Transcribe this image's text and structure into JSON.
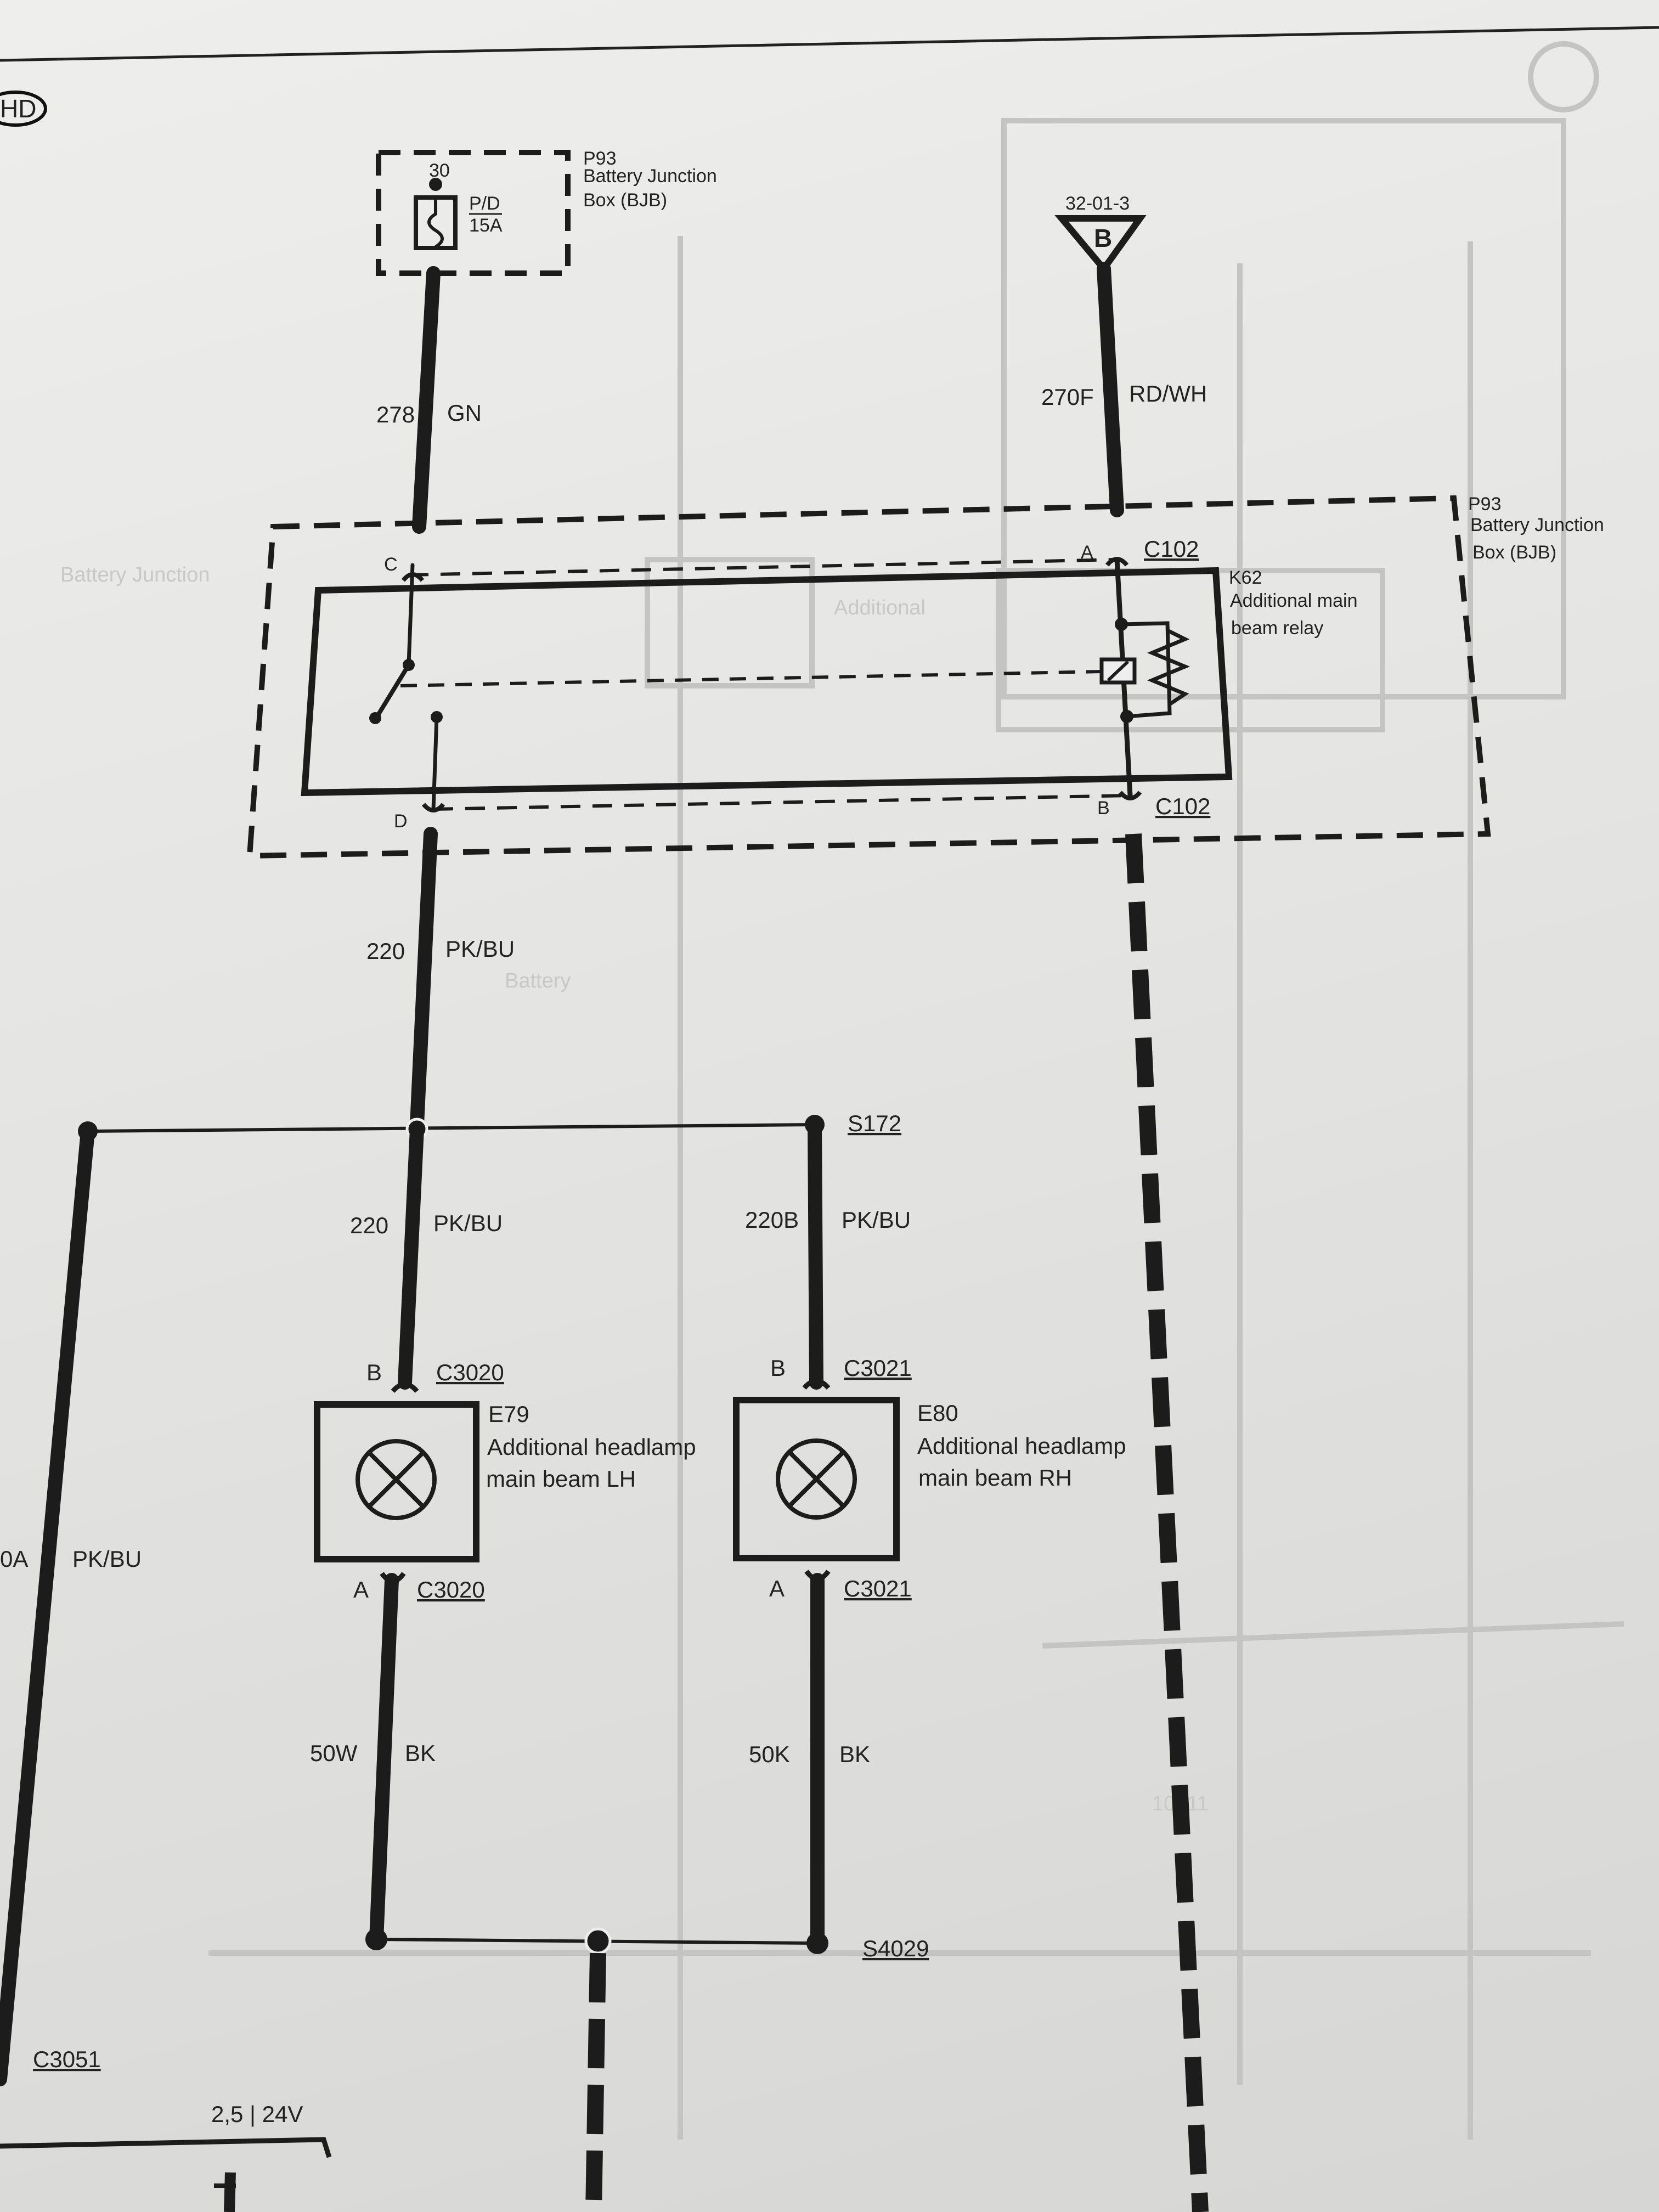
{
  "logo_text": "HD",
  "fuse_box_top": {
    "pin": "30",
    "fuse_name": "P/D",
    "fuse_rating": "15A",
    "ref": "P93",
    "name_line1": "Battery Junction",
    "name_line2": "Box (BJB)"
  },
  "fuse_box_right": {
    "ref": "P93",
    "name_line1": "Battery Junction",
    "name_line2": "Box (BJB)"
  },
  "ground_ref": "32-01-3",
  "ground_letter": "B",
  "relay": {
    "ref": "K62",
    "name_line1": "Additional main",
    "name_line2": "beam relay",
    "pin_a": "A",
    "pin_b": "B",
    "pin_c": "C",
    "pin_d": "D",
    "connector_top": "C102",
    "connector_bottom": "C102"
  },
  "wires": {
    "w278": {
      "circuit": "278",
      "color": "GN"
    },
    "w270f": {
      "circuit": "270F",
      "color": "RD/WH"
    },
    "w220_top": {
      "circuit": "220",
      "color": "PK/BU"
    },
    "w220_mid": {
      "circuit": "220",
      "color": "PK/BU"
    },
    "w220b": {
      "circuit": "220B",
      "color": "PK/BU"
    },
    "w50w": {
      "circuit": "50W",
      "color": "BK"
    },
    "w50k": {
      "circuit": "50K",
      "color": "BK"
    },
    "w_left": {
      "circuit": "0A",
      "color": "PK/BU"
    }
  },
  "splices": {
    "s172": "S172",
    "s4029": "S4029"
  },
  "lamp_lh": {
    "ref": "E79",
    "name_line1": "Additional headlamp",
    "name_line2": "main beam LH",
    "pin_top": "B",
    "pin_bottom": "A",
    "connector_top": "C3020",
    "connector_bottom": "C3020"
  },
  "lamp_rh": {
    "ref": "E80",
    "name_line1": "Additional headlamp",
    "name_line2": "main beam RH",
    "pin_top": "B",
    "pin_bottom": "A",
    "connector_top": "C3021",
    "connector_bottom": "C3021"
  },
  "connector_left": "C3051",
  "rating_label": "2,5 | 24V"
}
